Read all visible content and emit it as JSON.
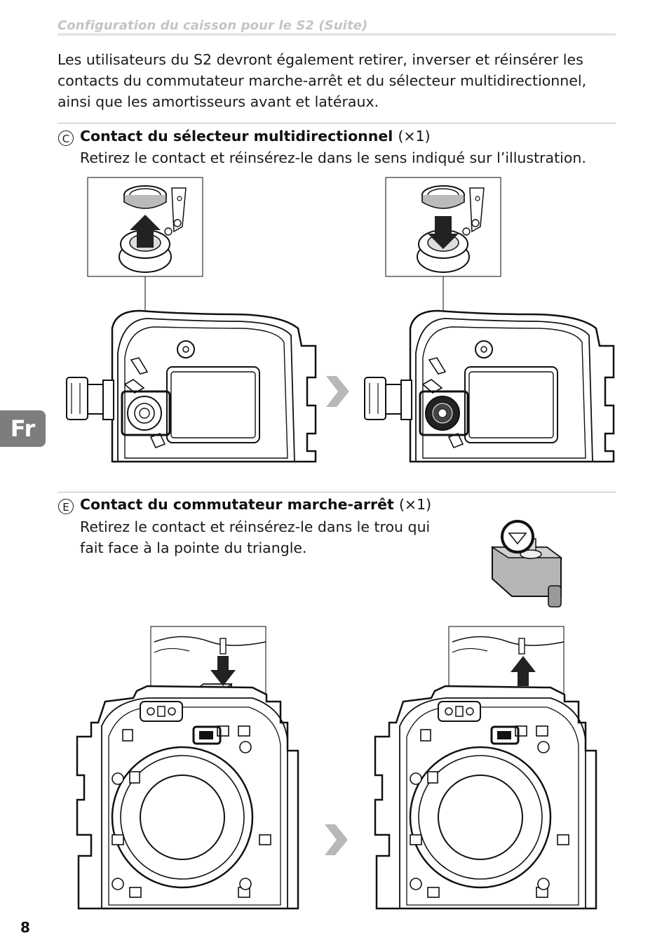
{
  "header": {
    "running_title": "Configuration du caisson pour le S2 (Suite)"
  },
  "intro": {
    "text": "Les utilisateurs du S2 devront également retirer, inverser et réinsérer les contacts du commutateur marche-arrêt et du sélecteur multidirectionnel, ainsi que les amortisseurs avant et latéraux."
  },
  "section_c": {
    "letter": "C",
    "title": "Contact du sélecteur multidirectionnel",
    "count": "(×1)",
    "body": "Retirez le contact et réinsérez-le dans le sens indiqué sur l’illustration."
  },
  "section_e": {
    "letter": "E",
    "title": "Contact du commutateur marche-arrêt",
    "count": "(×1)",
    "body_line1": "Retirez le contact et réinsérez-le dans le trou qui",
    "body_line2": "fait face à la pointe du triangle."
  },
  "sidebar": {
    "language_tab": "Fr"
  },
  "footer": {
    "page_number": "8"
  },
  "colors": {
    "tab_gray": "#7d7d7d",
    "running_head_gray": "#c4c4c4",
    "arrow_gray": "#b8b8b8"
  }
}
